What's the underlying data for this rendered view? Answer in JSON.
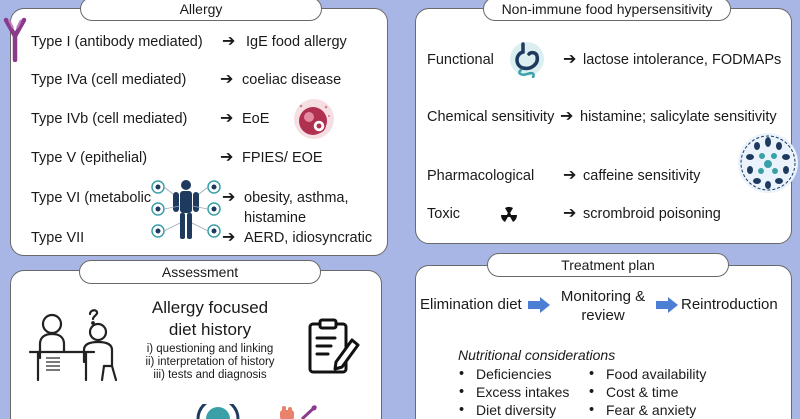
{
  "allergy": {
    "title": "Allergy",
    "rows": [
      {
        "type": "Type I  (antibody mediated)",
        "result": "IgE food allergy"
      },
      {
        "type": "Type IVa (cell mediated)",
        "result": "coeliac disease"
      },
      {
        "type": "Type IVb (cell mediated)",
        "result": "EoE"
      },
      {
        "type": "Type V (epithelial)",
        "result": "FPIES/ EOE"
      },
      {
        "type": "Type VI (metabolic",
        "result": "obesity, asthma,",
        "result2": "histamine"
      },
      {
        "type": "Type VII",
        "result": "AERD, idiosyncratic"
      }
    ],
    "arrow_glyph": "➔"
  },
  "non_immune": {
    "title": "Non-immune food hypersensitivity",
    "rows": [
      {
        "type": "Functional",
        "result": "lactose intolerance, FODMAPs"
      },
      {
        "type": "Chemical sensitivity",
        "result": "histamine; salicylate sensitivity"
      },
      {
        "type": "Pharmacological",
        "result": "caffeine sensitivity"
      },
      {
        "type": "Toxic",
        "result": "scrombroid poisoning"
      }
    ]
  },
  "assessment": {
    "title": "Assessment",
    "heading_line1": "Allergy focused",
    "heading_line2": "diet history",
    "steps": [
      "i) questioning and linking",
      "ii) interpretation of history",
      "iii) tests and diagnosis"
    ]
  },
  "treatment": {
    "title": "Treatment plan",
    "flow": [
      "Elimination diet",
      "Monitoring &",
      "review",
      "Reintroduction"
    ],
    "considerations_title": "Nutritional considerations",
    "left_items": [
      "Deficiencies",
      "Excess intakes",
      "Diet diversity"
    ],
    "right_items": [
      "Food availability",
      "Cost & time",
      "Fear & anxiety"
    ],
    "bullet": "•"
  },
  "colors": {
    "background": "#a8b6e6",
    "panel": "#ffffff",
    "border": "#6a6a6a",
    "flow_arrow": "#4a7fd4",
    "antibody": "#8a3a8a",
    "eoe_icon": "#b03050",
    "teal": "#3aa0a8",
    "navy": "#1e3a5f"
  }
}
